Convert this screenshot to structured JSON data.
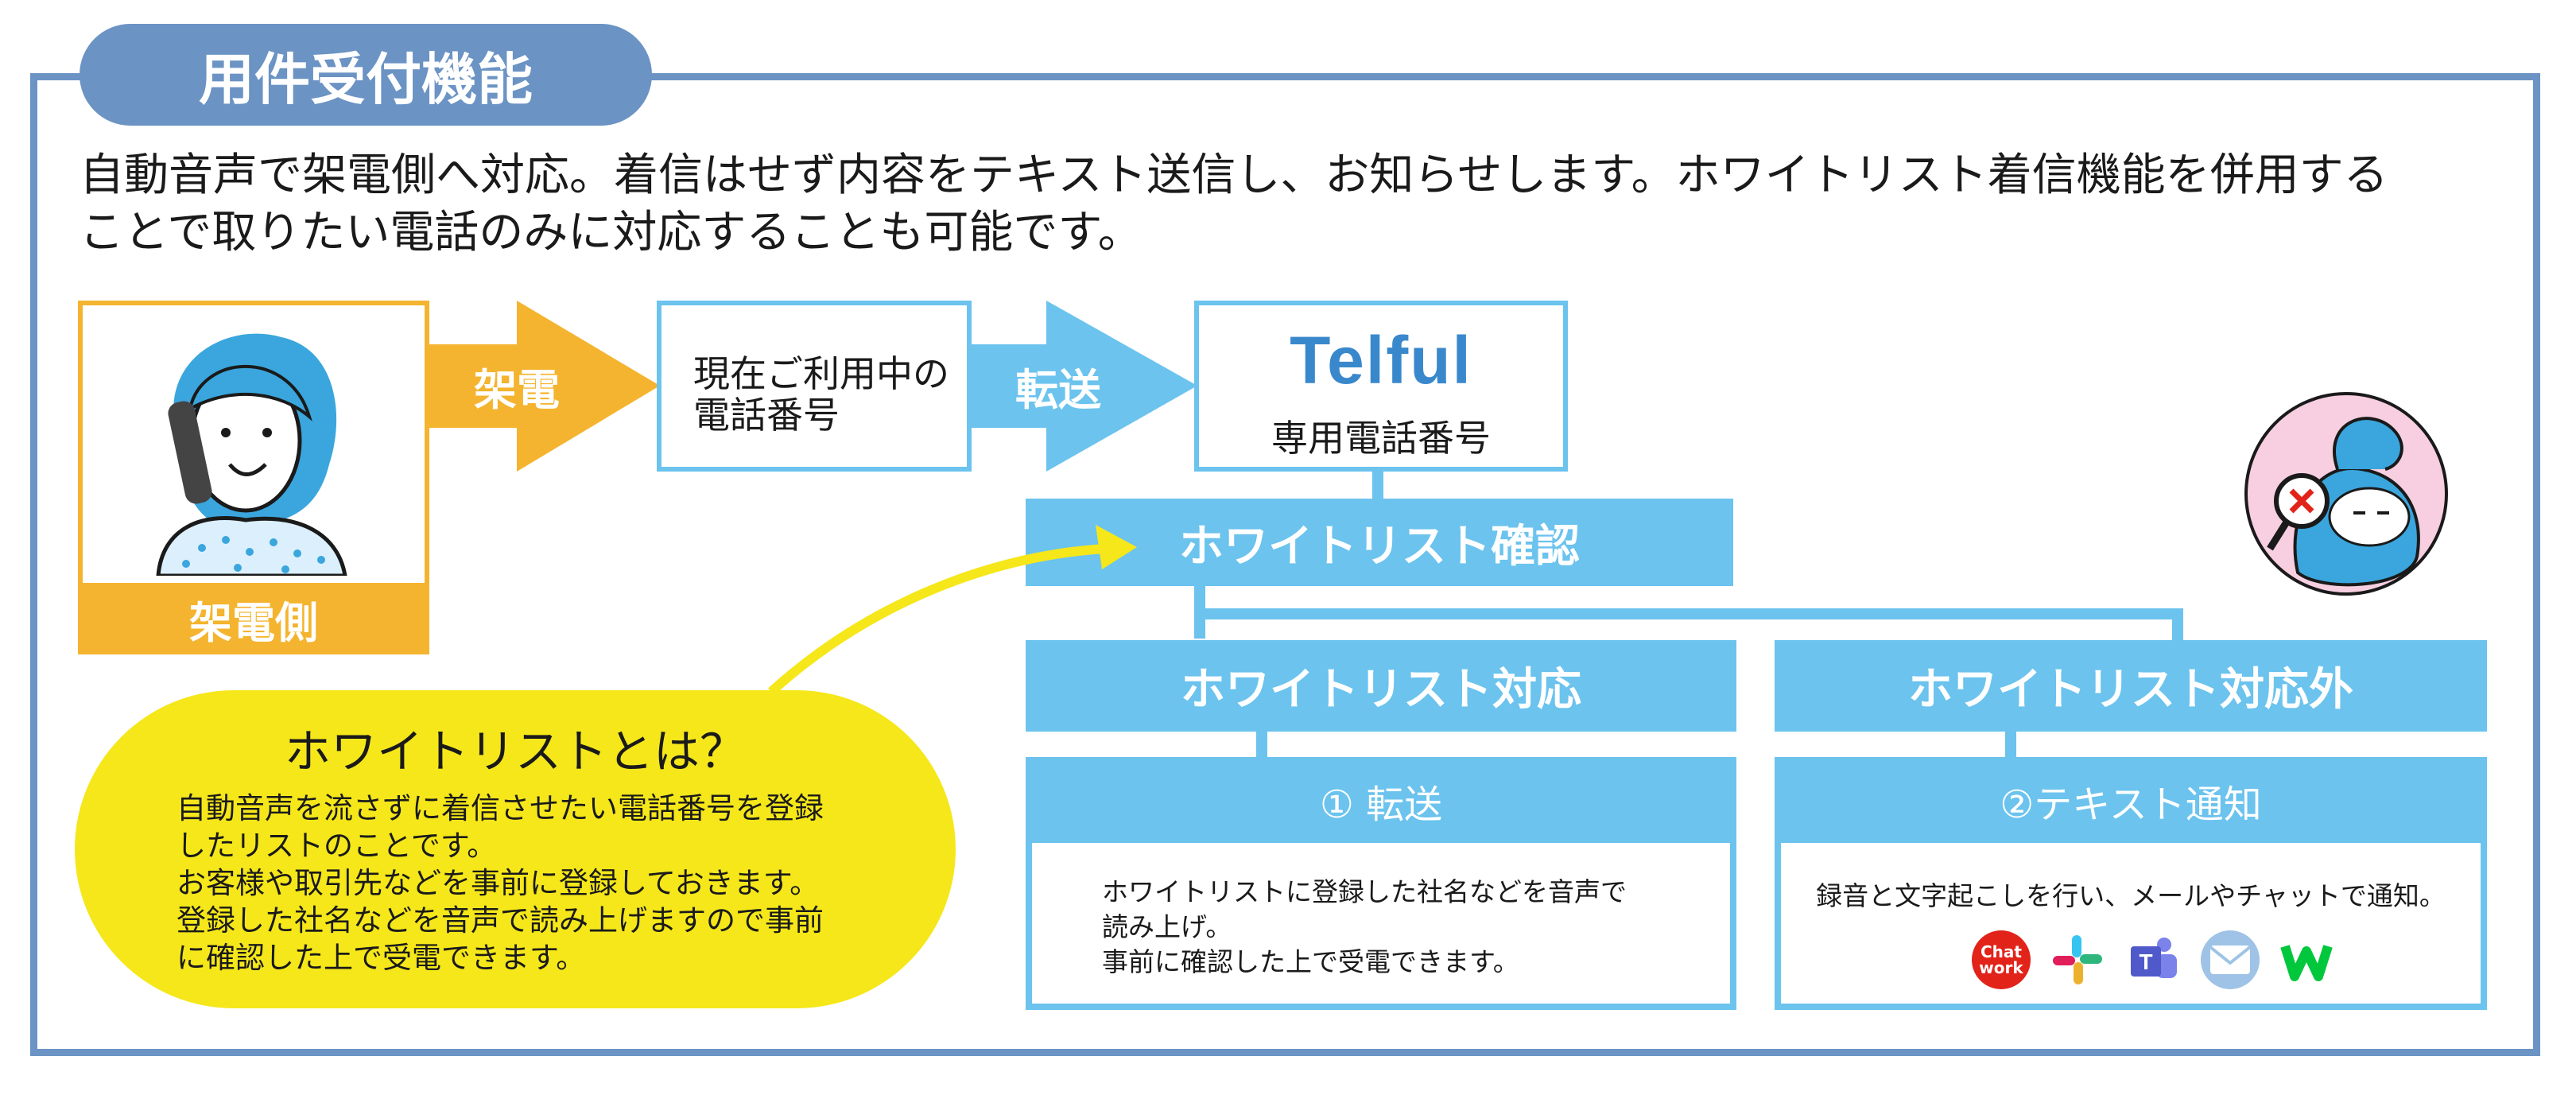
{
  "title": "用件受付機能",
  "intro": {
    "line1": "自動音声で架電側へ対応。着信はせず内容をテキスト送信し、お知らせします。ホワイトリスト着信機能を併用する",
    "line2": "ことで取りたい電話のみに対応することも可能です。"
  },
  "caller": {
    "label": "架電側"
  },
  "arrows": {
    "call": "架電",
    "transfer": "転送"
  },
  "current_number": {
    "line1": "現在ご利用中の",
    "line2": "電話番号"
  },
  "telful": {
    "logo": "Telful",
    "sub": "専用電話番号"
  },
  "whitelist_check": "ホワイトリスト確認",
  "branches": {
    "in": {
      "header": "ホワイトリスト対応",
      "step": "① 転送",
      "desc": [
        "ホワイトリストに登録した社名などを音声で",
        "読み上げ。",
        "事前に確認した上で受電できます。"
      ]
    },
    "out": {
      "header": "ホワイトリスト対応外",
      "step": "②テキスト通知",
      "desc": "録音と文字起こしを行い、メールやチャットで通知。"
    }
  },
  "whitelist_info": {
    "title": "ホワイトリストとは？",
    "lines": [
      "自動音声を流さずに着信させたい電話番号を登録",
      "したリストのことです。",
      "お客様や取引先などを事前に登録しておきます。",
      "登録した社名などを音声で読み上げますので事前",
      "に確認した上で受電できます。"
    ]
  },
  "apps": [
    {
      "name": "chatwork-icon",
      "label": "Chat work",
      "color": "#e2231a"
    },
    {
      "name": "slack-icon",
      "color": "#4a154b"
    },
    {
      "name": "teams-icon",
      "color": "#5059c9"
    },
    {
      "name": "mail-icon",
      "color": "#9ec3e6"
    },
    {
      "name": "lineworks-icon",
      "color": "#00c73c"
    }
  ],
  "colors": {
    "frame": "#6b93c4",
    "orange": "#f4b42f",
    "sky": "#6bc3ee",
    "yellow": "#f5e71a"
  }
}
